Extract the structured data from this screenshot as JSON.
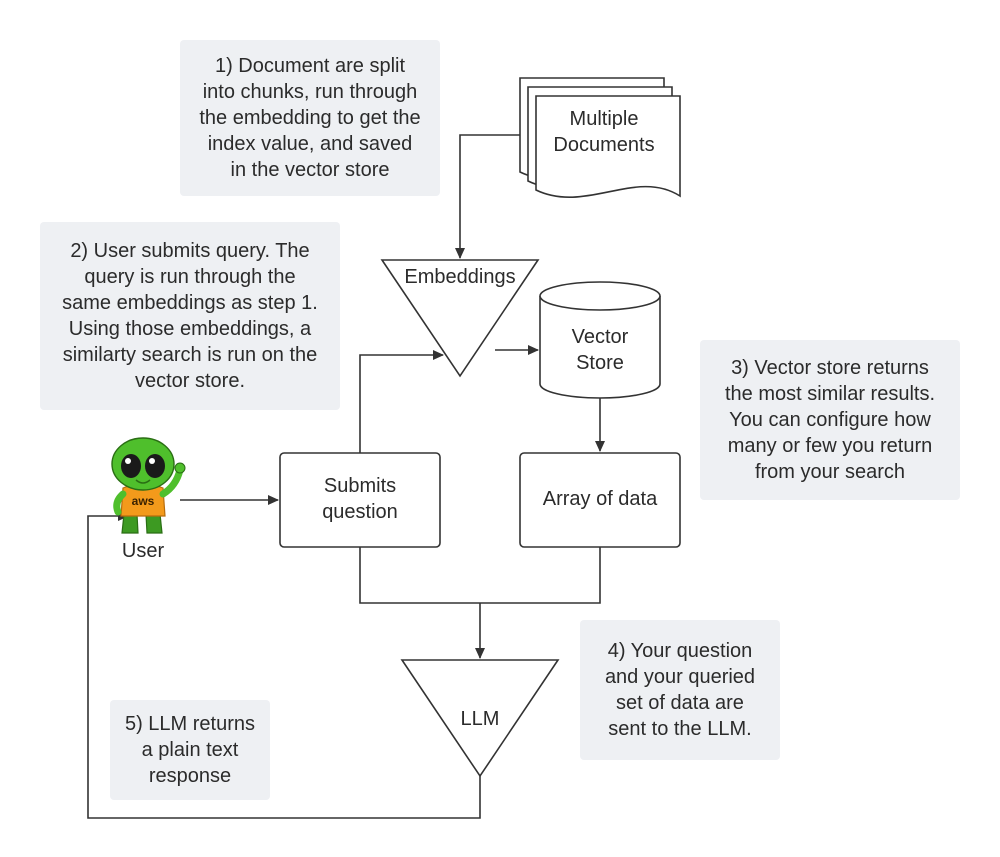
{
  "notes": {
    "step1": "1) Document are split\ninto chunks, run through\nthe embedding to get the\nindex value, and saved\nin the vector store",
    "step2": "2) User submits query. The\nquery is run through the\nsame embeddings as step 1.\nUsing those embeddings, a\nsimilarty search is run on the\nvector store.",
    "step3": "3) Vector store returns\nthe most similar results.\nYou can configure how\nmany or few you return\nfrom your search",
    "step4": "4) Your question\nand your queried\nset of data are\nsent to the LLM.",
    "step5": "5) LLM returns\na plain text\nresponse"
  },
  "nodes": {
    "documents": "Multiple\nDocuments",
    "embeddings": "Embeddings",
    "vector_store": "Vector\nStore",
    "submits_question": "Submits\nquestion",
    "array_of_data": "Array of data",
    "llm": "LLM",
    "user": "User",
    "shirt_logo": "aws"
  },
  "colors": {
    "note_bg": "#eef0f3",
    "line": "#333333",
    "alien_green": "#4fbf2c",
    "shirt_orange": "#f39a1b"
  }
}
